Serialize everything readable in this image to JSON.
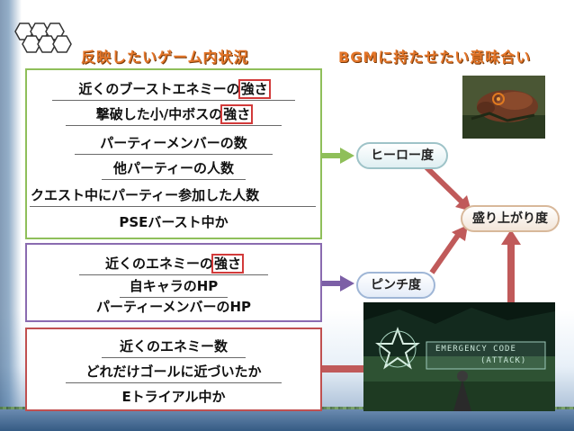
{
  "titles": {
    "left": "反映したいゲーム内状況",
    "right": "BGMに持たせたい意味合い"
  },
  "hero_group": {
    "rows": [
      {
        "pre": "近くのブーストエネミーの",
        "hl": "強さ"
      },
      {
        "pre": "撃破した小/中ボスの",
        "hl": "強さ"
      },
      {
        "pre": "パーティーメンバーの数",
        "hl": ""
      },
      {
        "pre": "他パーティーの人数",
        "hl": ""
      },
      {
        "pre": "クエスト中にパーティー参加した人数",
        "hl": ""
      },
      {
        "pre": "PSEバースト中か",
        "hl": ""
      }
    ]
  },
  "pinch_group": {
    "rows": [
      {
        "pre": "近くのエネミーの",
        "hl": "強さ"
      },
      {
        "pre": "自キャラのHP",
        "hl": ""
      },
      {
        "pre": "パーティーメンバーのHP",
        "hl": ""
      }
    ]
  },
  "goal_group": {
    "rows": [
      {
        "pre": "近くのエネミー数",
        "hl": ""
      },
      {
        "pre": "どれだけゴールに近づいたか",
        "hl": ""
      },
      {
        "pre": "Eトライアル中か",
        "hl": ""
      }
    ]
  },
  "nodes": {
    "hero": "ヒーロー度",
    "pinch": "ピンチ度",
    "result": "盛り上がり度"
  },
  "screenshot": {
    "hud_line1": "EMERGENCY CODE",
    "hud_line2": "(ATTACK)"
  },
  "colors": {
    "title_orange": "#e4762a",
    "hero_box": "#8fbf5a",
    "pinch_box": "#8a6bb0",
    "goal_box": "#c05050",
    "highlight": "#d23a3a",
    "arrow_green": "#8fbf5a",
    "arrow_purple": "#7c5fa6",
    "arrow_red": "#c05a5a"
  }
}
